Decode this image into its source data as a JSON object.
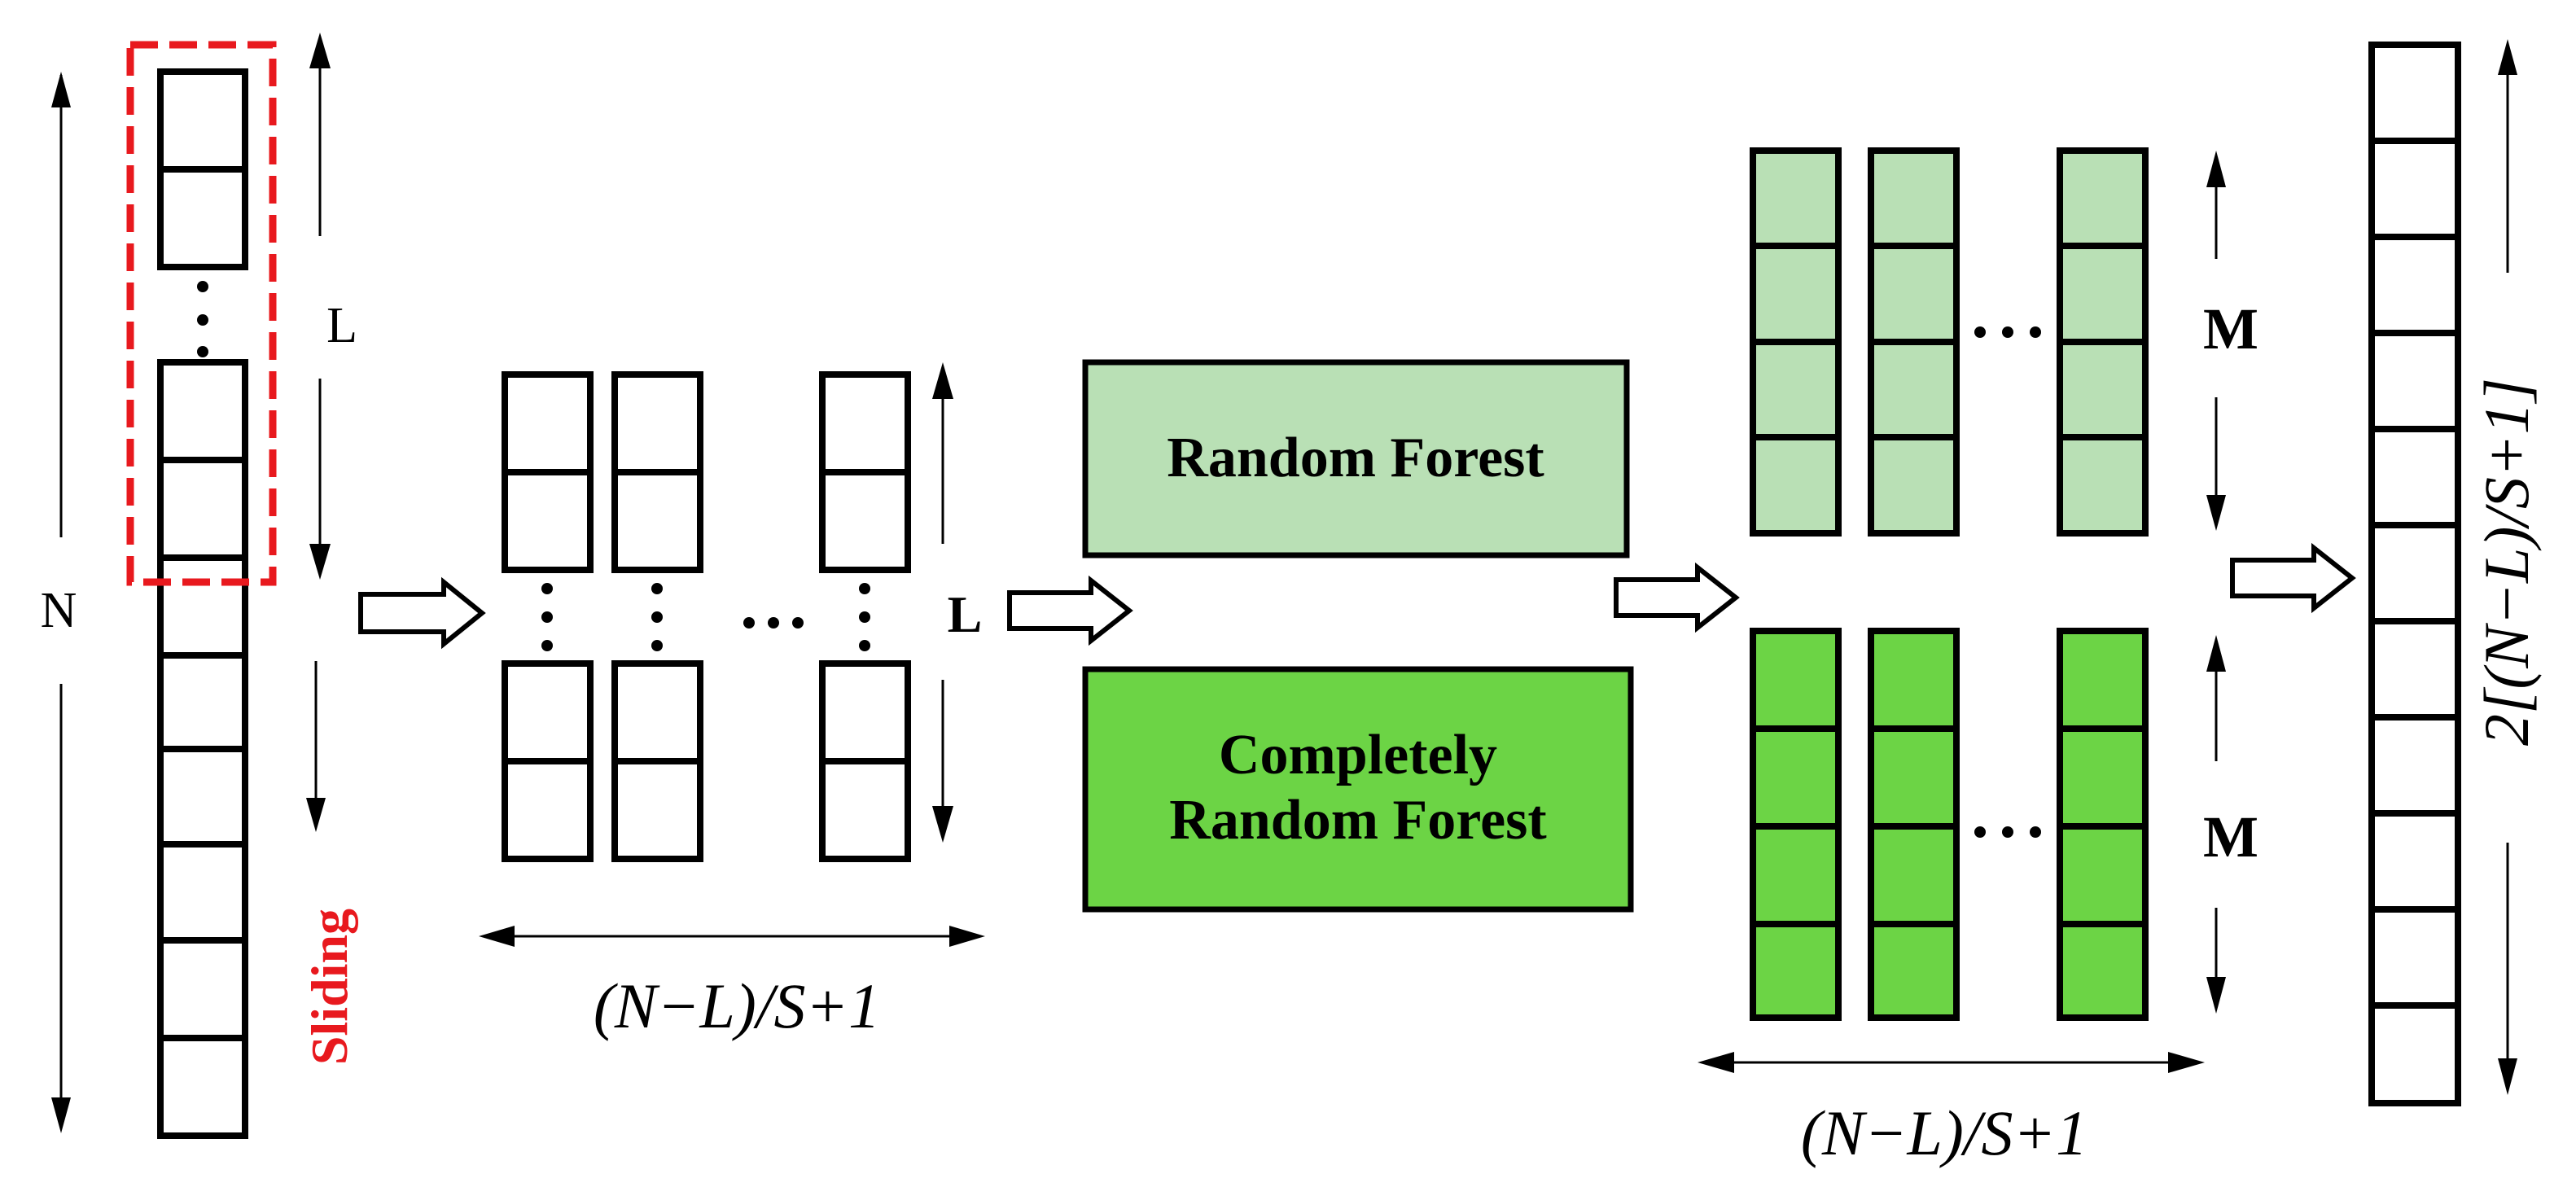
{
  "labels": {
    "n": "N",
    "l_window": "L",
    "l_windows": "L",
    "m_top": "M",
    "m_bottom": "M",
    "sliding": "Sliding",
    "ellipsis": "···"
  },
  "boxes": {
    "random_forest": "Random Forest",
    "crf_line1": "Completely",
    "crf_line2": "Random Forest"
  },
  "formulas": {
    "windows_count": "(N−L)/S+1",
    "outputs_count": "(N−L)/S+1",
    "final_length": "2[(N−L)/S+1]"
  },
  "colors": {
    "random_forest": "#b9e0b5",
    "completely_random_forest": "#6cd445",
    "sliding_window": "#e8191e"
  }
}
